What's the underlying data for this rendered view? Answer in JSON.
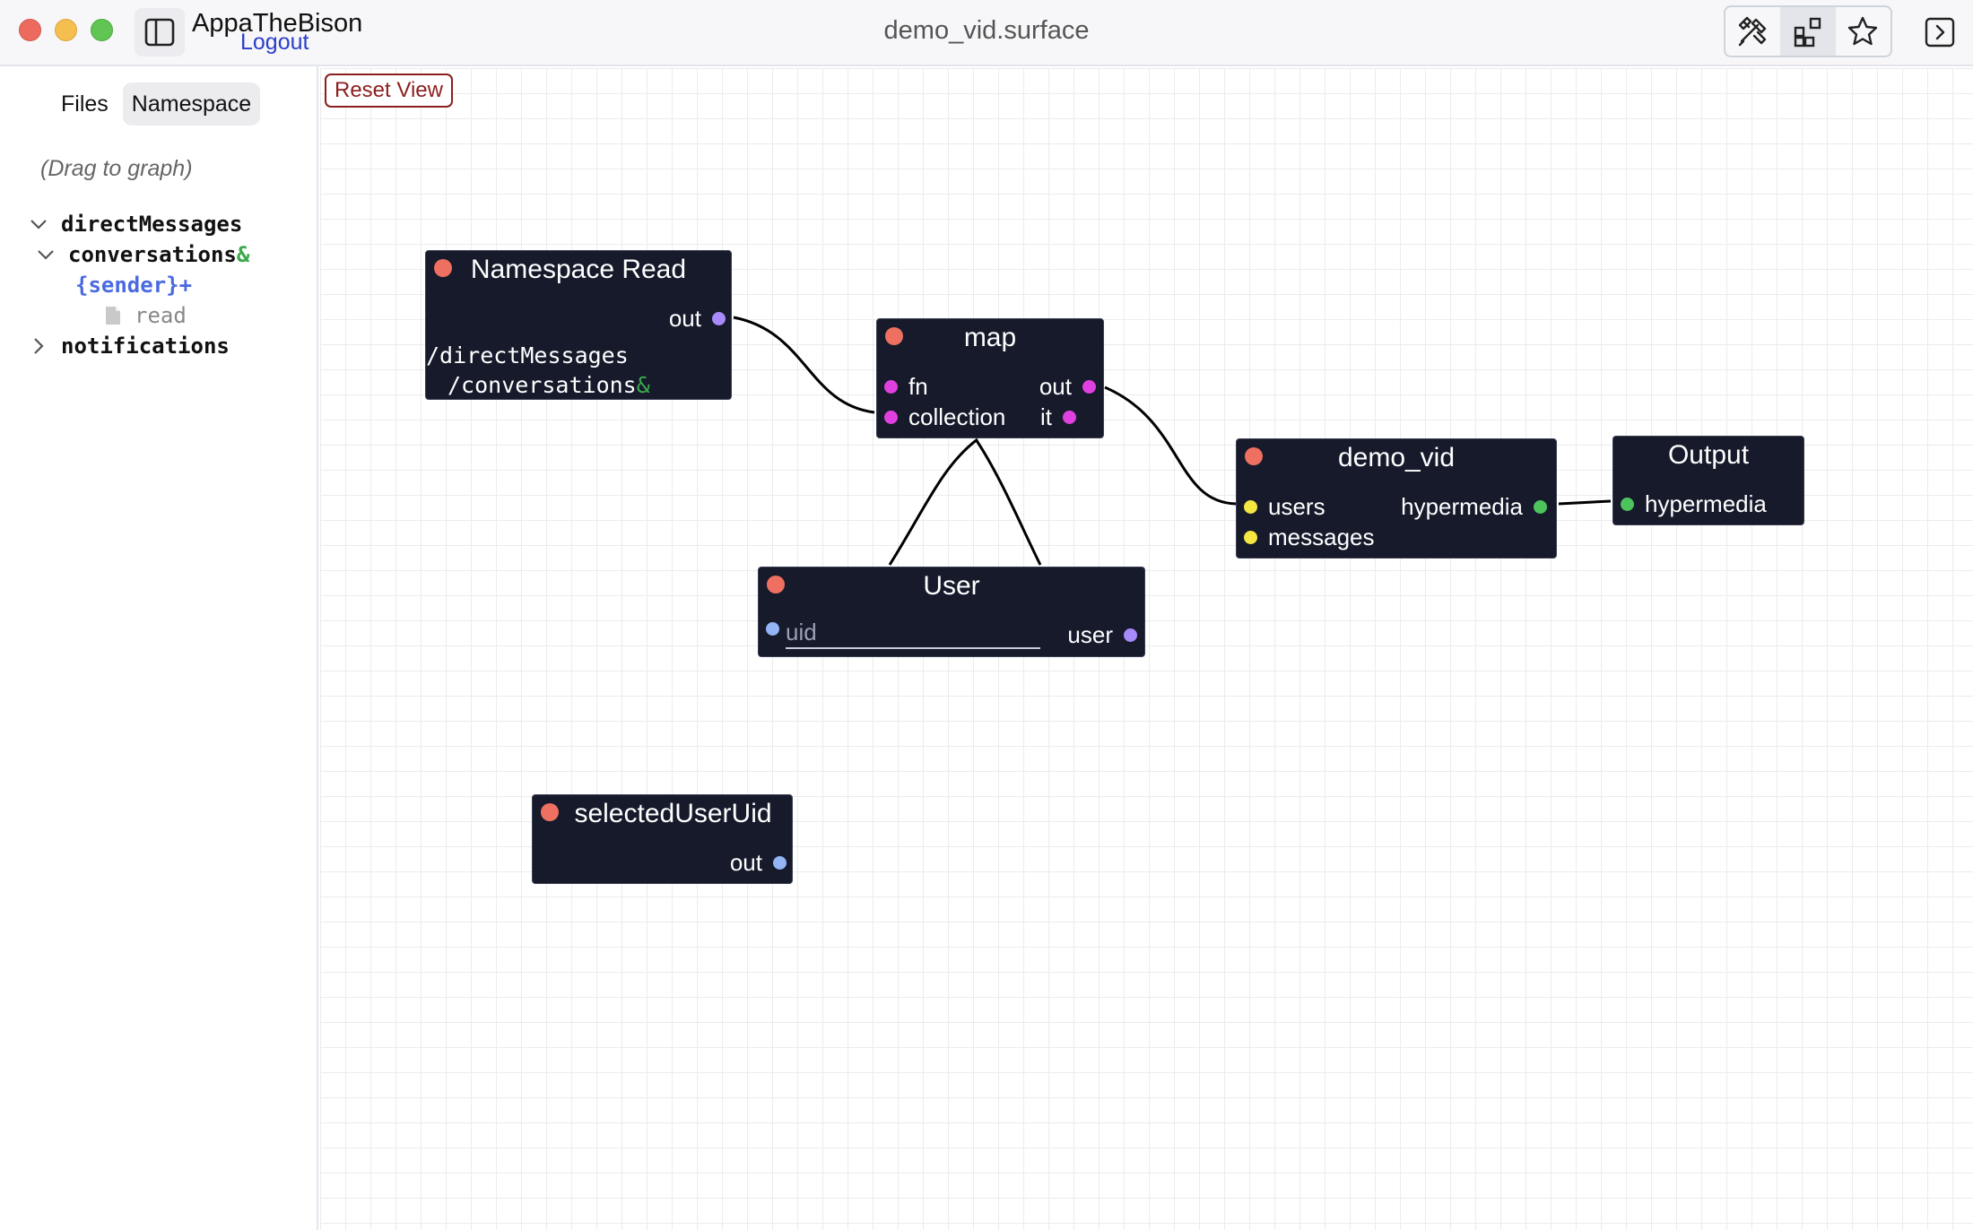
{
  "window": {
    "title": "demo_vid.surface",
    "user_name": "AppaTheBison",
    "logout_label": "Logout"
  },
  "toolbar": {
    "icons": [
      "tools-icon",
      "node-layout-icon",
      "star-icon"
    ],
    "active": "node-layout-icon"
  },
  "sidebar": {
    "tabs": [
      {
        "label": "Files",
        "active": false
      },
      {
        "label": "Namespace",
        "active": true
      }
    ],
    "hint": "(Drag to graph)",
    "tree": {
      "root": {
        "label": "directMessages",
        "expanded": true
      },
      "child": {
        "label": "conversations",
        "suffix": "&",
        "expanded": true
      },
      "param": {
        "label": "{sender}",
        "suffix": "+"
      },
      "leaf": {
        "label": "read"
      },
      "root2": {
        "label": "notifications",
        "expanded": false
      }
    }
  },
  "canvas": {
    "reset_view_label": "Reset View"
  },
  "nodes": {
    "namespace_read": {
      "title": "Namespace Read",
      "out": "out",
      "path_line1": "/directMessages",
      "path_line2": "/conversations",
      "path_suffix": "&"
    },
    "map": {
      "title": "map",
      "in_fn": "fn",
      "in_collection": "collection",
      "out_out": "out",
      "out_it": "it"
    },
    "demo_vid": {
      "title": "demo_vid",
      "in_users": "users",
      "in_messages": "messages",
      "out_hypermedia": "hypermedia"
    },
    "output": {
      "title": "Output",
      "in_hypermedia": "hypermedia"
    },
    "user": {
      "title": "User",
      "in_uid_placeholder": "uid",
      "out_user": "user"
    },
    "selected_user_uid": {
      "title": "selectedUserUid",
      "out": "out"
    }
  },
  "colors": {
    "node_bg": "#161a2b",
    "node_status_dot": "#ee7060",
    "pin_purple": "#a78bfa",
    "pin_magenta": "#e040e0",
    "pin_yellow": "#f5e642",
    "pin_green": "#4cc35c",
    "pin_blue": "#93b4f5",
    "reset_view": "#8b1f1f",
    "link": "#2a3ec9"
  }
}
